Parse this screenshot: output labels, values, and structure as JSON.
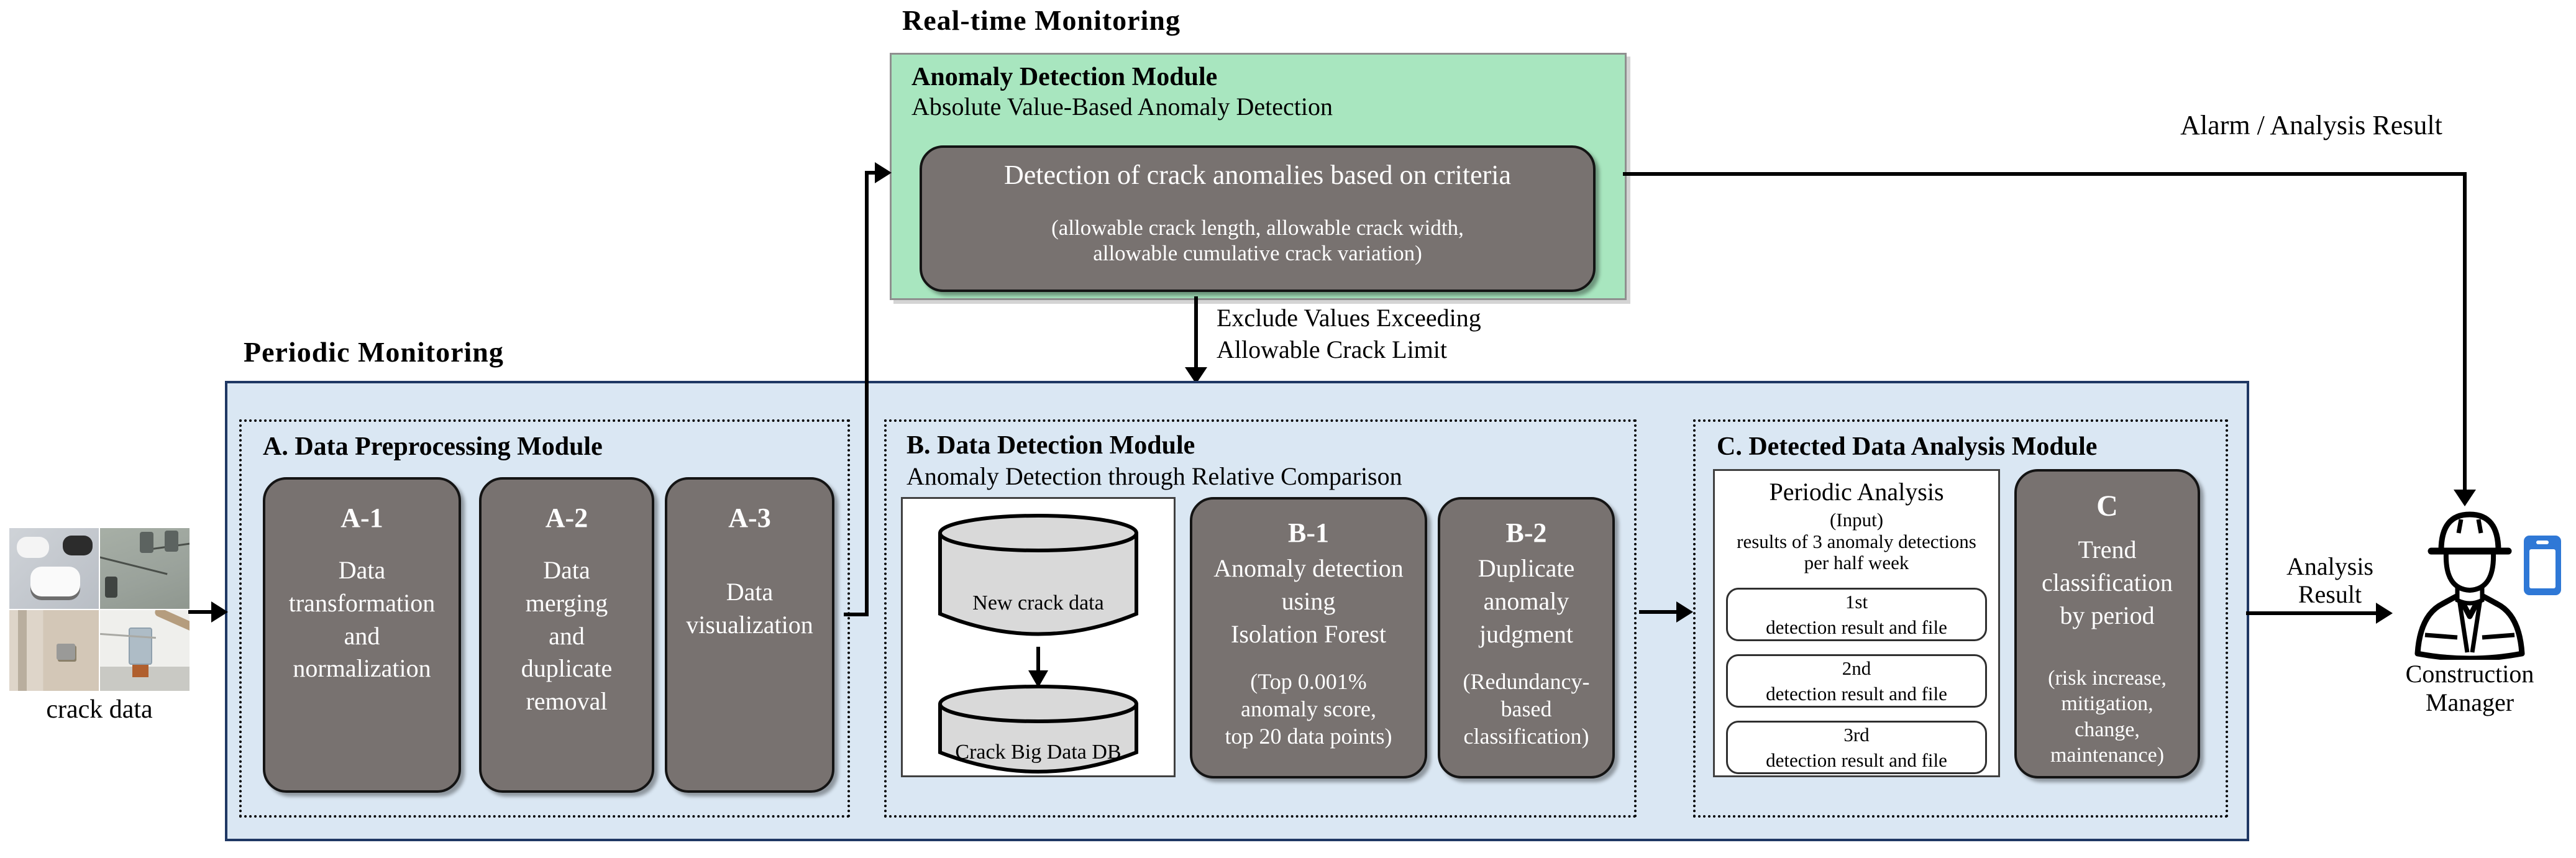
{
  "titles": {
    "realtime": "Real-time Monitoring",
    "periodic": "Periodic Monitoring"
  },
  "realtime_module": {
    "title": "Anomaly Detection Module",
    "subtitle": "Absolute Value-Based Anomaly Detection",
    "detection_box": {
      "main": "Detection of crack anomalies based on criteria",
      "note": "(allowable crack length, allowable crack width,\nallowable cumulative crack variation)"
    }
  },
  "labels": {
    "alarm": "Alarm / Analysis Result",
    "exclude": "Exclude Values Exceeding\nAllowable Crack Limit",
    "crack_data": "crack data",
    "analysis_result": "Analysis\nResult",
    "construction_manager": "Construction\nManager"
  },
  "module_a": {
    "title": "A. Data Preprocessing Module",
    "boxes": [
      {
        "head": "A-1",
        "body": "Data\ntransformation\nand\nnormalization"
      },
      {
        "head": "A-2",
        "body": "Data\nmerging\nand\nduplicate\nremoval"
      },
      {
        "head": "A-3",
        "body": "Data\nvisualization"
      }
    ]
  },
  "module_b": {
    "title": "B. Data Detection Module",
    "subtitle": "Anomaly Detection through Relative Comparison",
    "db": {
      "new_data": "New crack data",
      "big_db": "Crack Big Data DB"
    },
    "boxes": [
      {
        "head": "B-1",
        "body": "Anomaly detection\nusing\nIsolation Forest",
        "note": "(Top 0.001%\nanomaly score,\ntop 20 data points)"
      },
      {
        "head": "B-2",
        "body": "Duplicate\nanomaly\njudgment",
        "note": "(Redundancy-\nbased\nclassification)"
      }
    ]
  },
  "module_c": {
    "title": "C. Detected Data Analysis Module",
    "analysis": {
      "title": "Periodic Analysis",
      "subtitle": "(Input)\nresults of 3 anomaly detections\nper half week",
      "items": [
        "1st\ndetection result and file",
        "2nd\ndetection result and file",
        "3rd\ndetection result and file"
      ]
    },
    "trend_box": {
      "head": "C",
      "body": "Trend\nclassification\nby period",
      "note": "(risk increase,\nmitigation,\nchange,\nmaintenance)"
    }
  },
  "colors": {
    "realtime_fill": "#a8e6bf",
    "dark_module_fill": "#787270",
    "periodic_fill": "#dae7f3",
    "periodic_border": "#1f3864",
    "cylinder_fill": "#d9d9d9",
    "tablet_blue": "#2f78d6"
  }
}
